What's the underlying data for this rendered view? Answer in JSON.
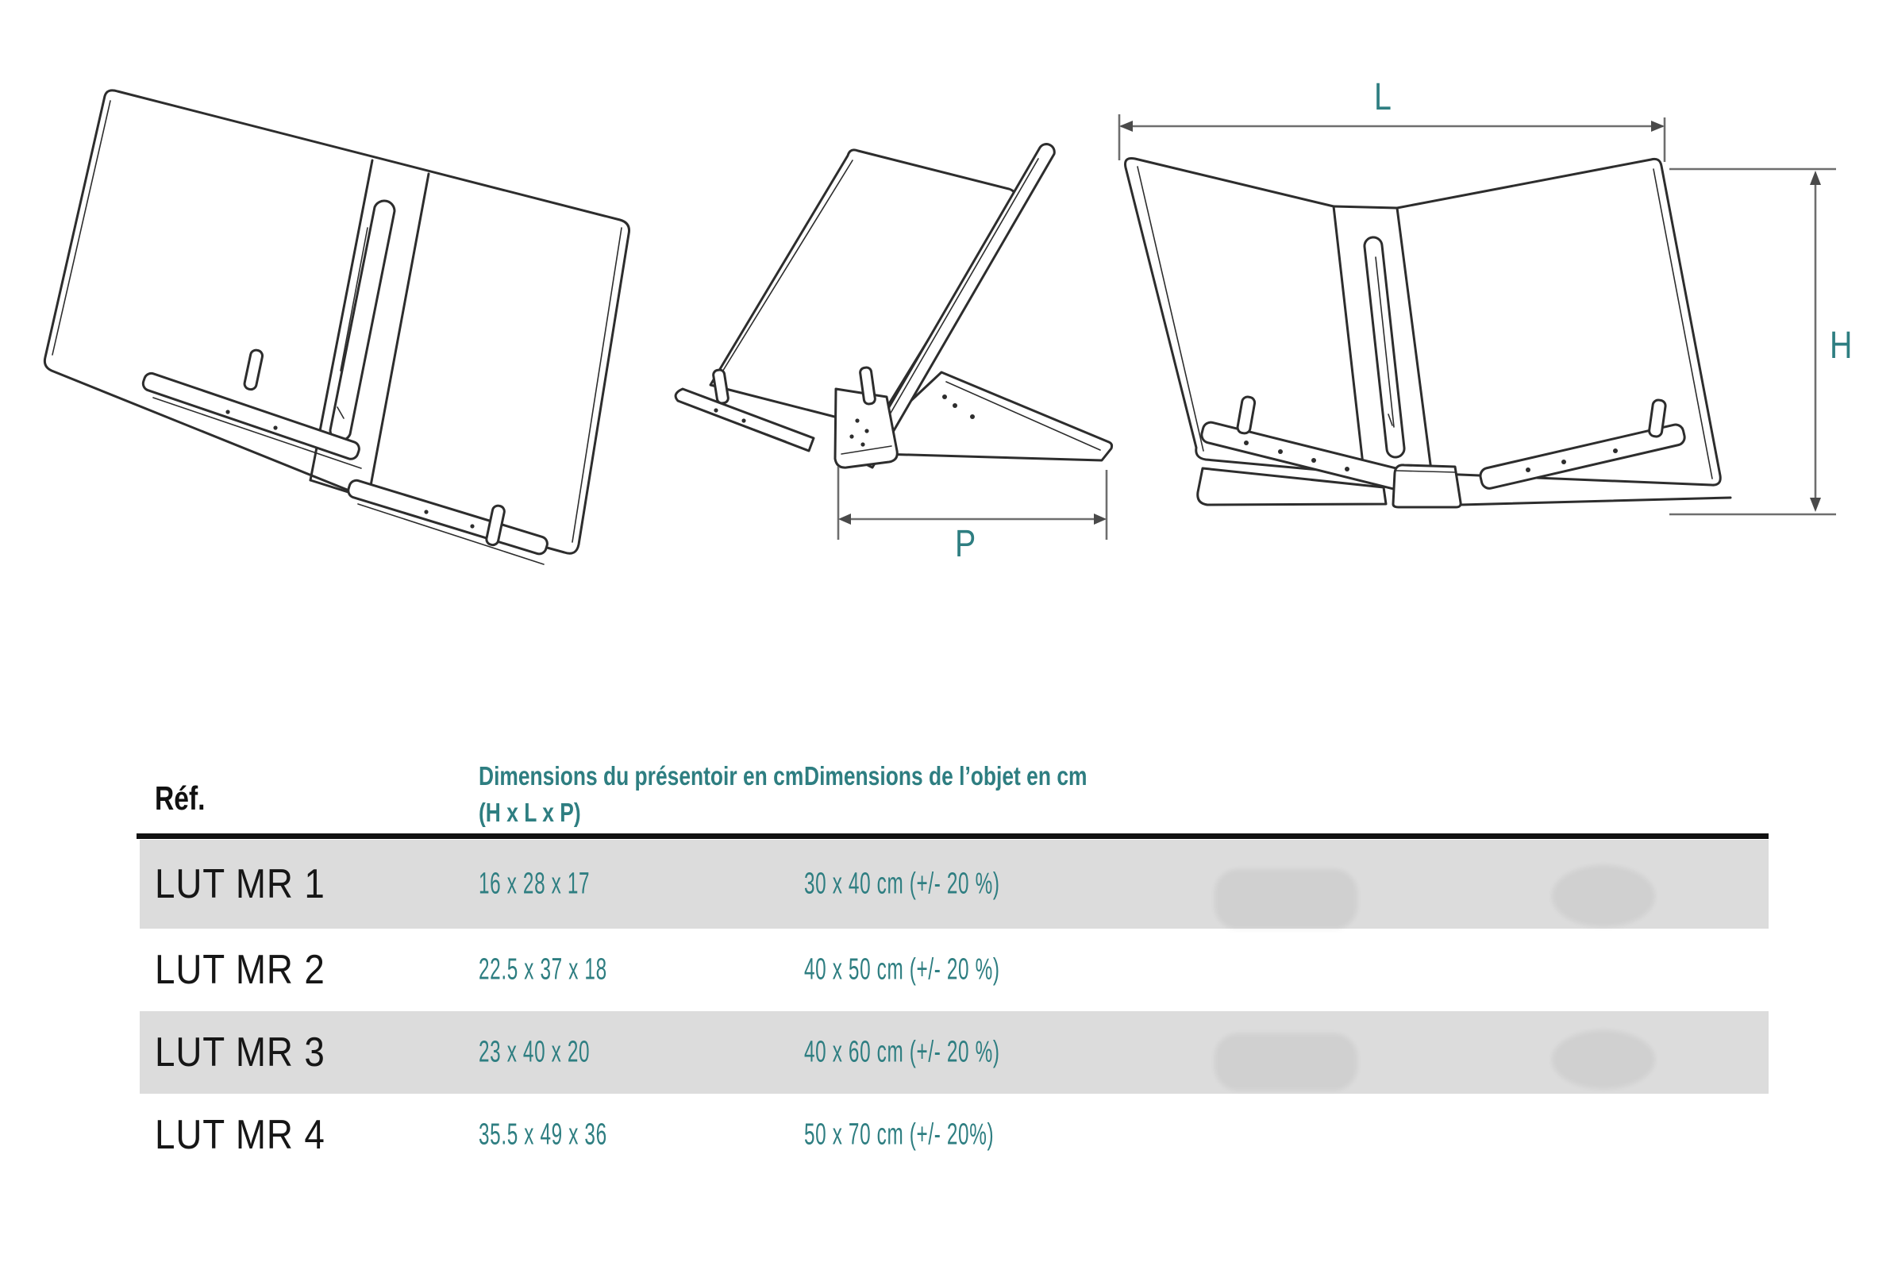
{
  "diagram": {
    "labels": {
      "length": "L",
      "height": "H",
      "depth": "P"
    }
  },
  "table": {
    "headers": {
      "ref": "Réf.",
      "presentoir_line1": "Dimensions du présentoir en cm",
      "presentoir_line2": "(H x L x P)",
      "objet": "Dimensions de l’objet en cm"
    },
    "rows": [
      {
        "ref": "LUT MR 1",
        "presentoir": "16 x 28 x 17",
        "objet": "30 x 40 cm (+/- 20 %)"
      },
      {
        "ref": "LUT MR 2",
        "presentoir": "22.5 x 37 x 18",
        "objet": "40 x 50 cm (+/- 20 %)"
      },
      {
        "ref": "LUT MR 3",
        "presentoir": "23 x 40 x 20",
        "objet": "40 x 60 cm (+/- 20 %)"
      },
      {
        "ref": "LUT MR 4",
        "presentoir": "35.5 x 49 x 36",
        "objet": "50 x 70 cm (+/- 20%)"
      }
    ]
  },
  "colors": {
    "accent_teal": "#2e7e81",
    "row_stripe": "#dcdcdc",
    "rule_black": "#111111",
    "drawing_line": "#2d2d2d",
    "dimension_gray": "#6e6e6e"
  }
}
